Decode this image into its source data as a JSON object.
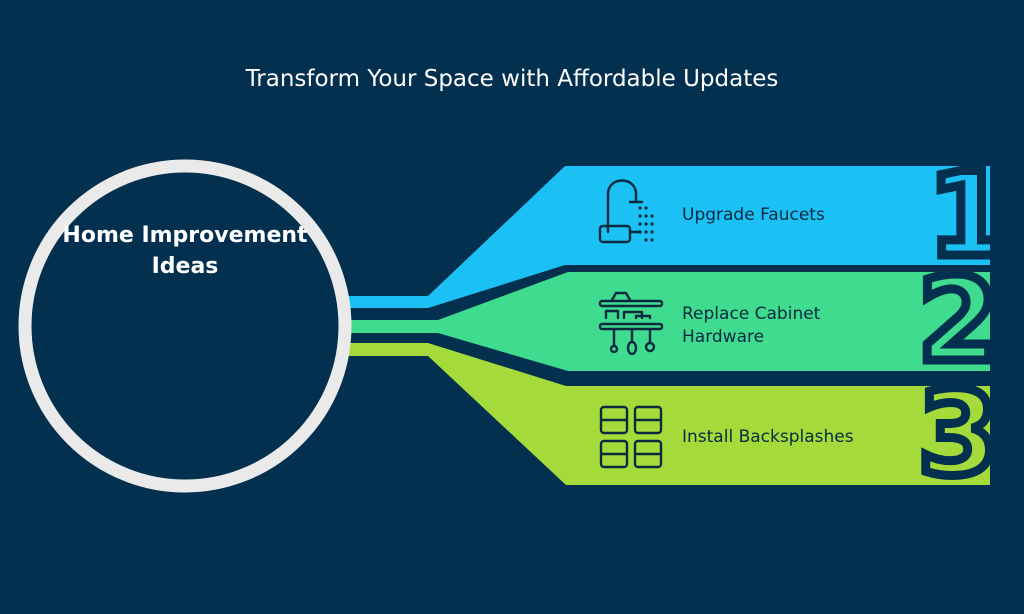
{
  "title": "Transform Your Space with Affordable Updates",
  "hub": {
    "label": "Home Improvement Ideas"
  },
  "items": [
    {
      "number": "1",
      "label": "Upgrade Faucets",
      "icon": "faucet-icon",
      "color": "#1bc0f5"
    },
    {
      "number": "2",
      "label": "Replace Cabinet Hardware",
      "icon": "kitchen-shelf-icon",
      "color": "#3fdb8e"
    },
    {
      "number": "3",
      "label": "Install Backsplashes",
      "icon": "tile-grid-icon",
      "color": "#a4db3a"
    }
  ],
  "colors": {
    "background": "#04304f",
    "ring": "#eaeaea",
    "icon": "#0b2a40"
  }
}
